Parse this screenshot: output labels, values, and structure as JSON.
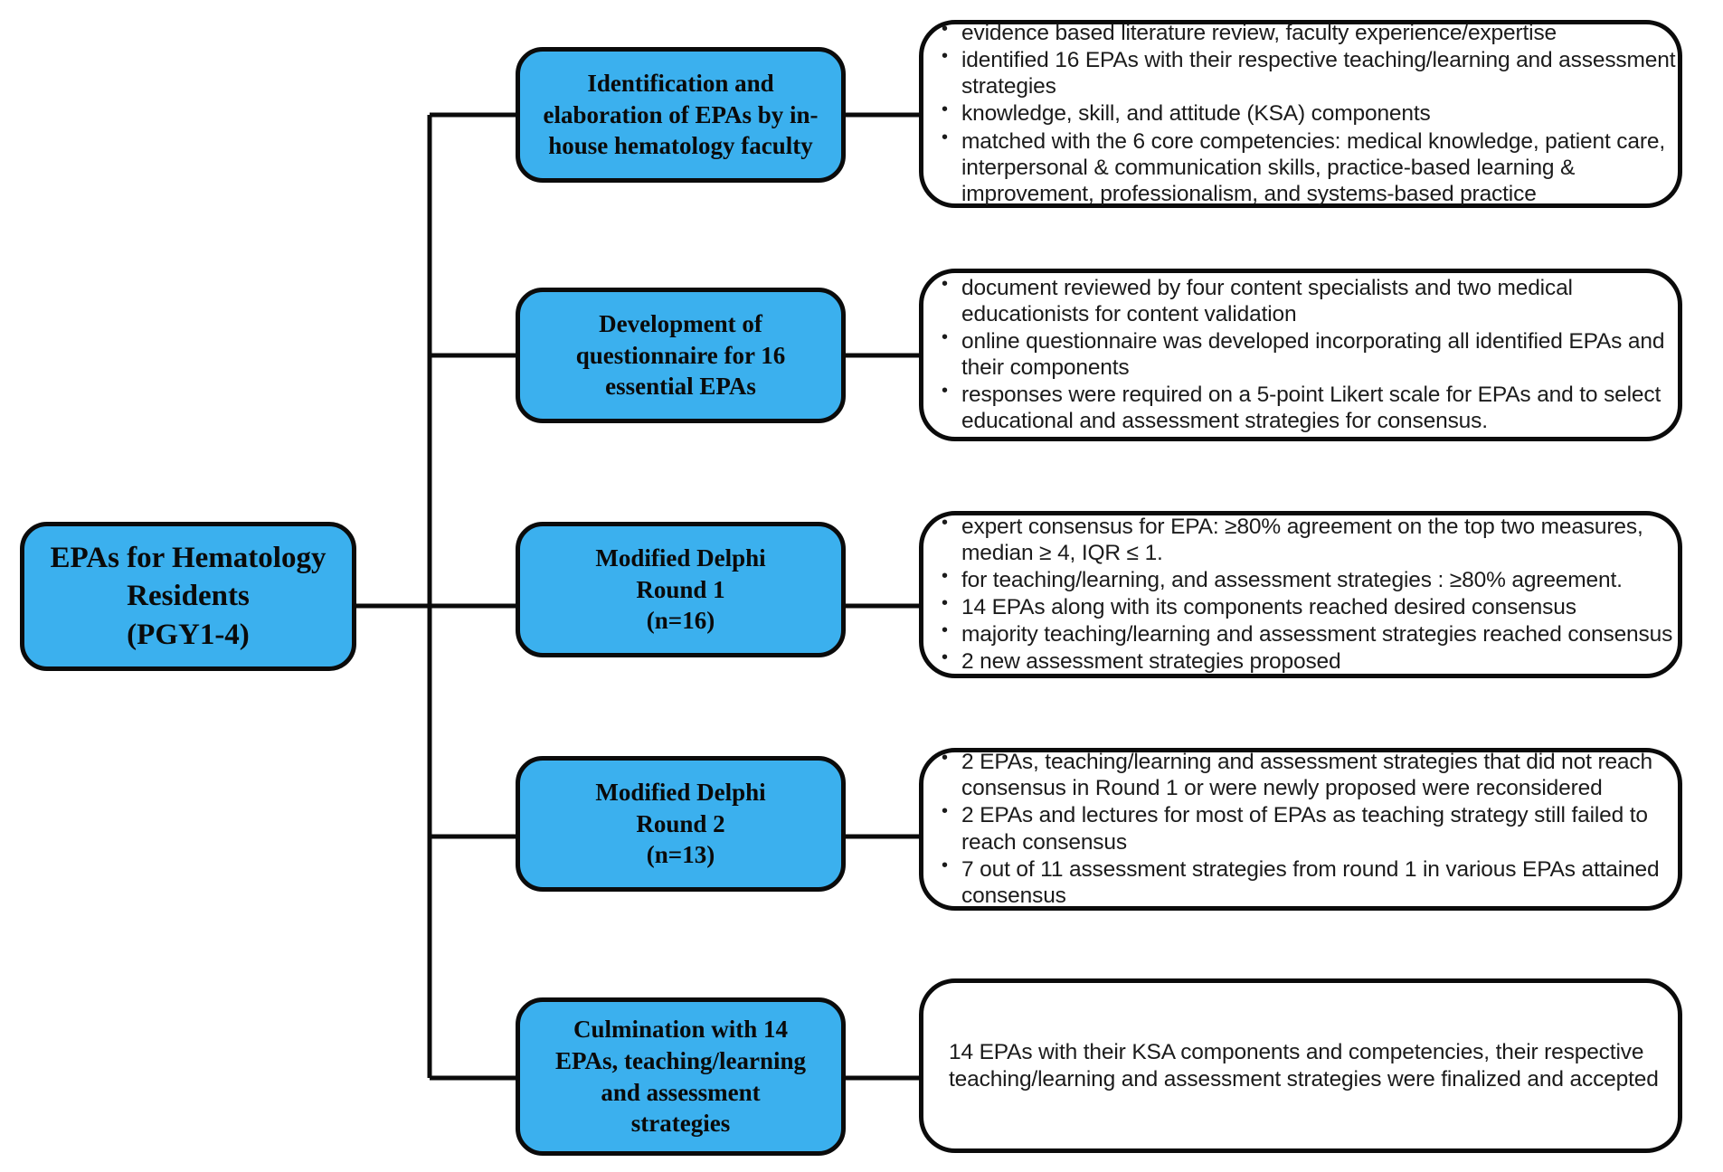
{
  "diagram": {
    "title": "EPAs for Hematology Residents Delphi process flowchart",
    "accent_blue": "#3BB0EE",
    "line_color": "#0b0b0b",
    "background": "#ffffff",
    "root": {
      "label": "EPAs for Hematology\nResidents\n(PGY1-4)"
    },
    "stages": [
      {
        "label": "Identification and\nelaboration of EPAs by in-\nhouse hematology faculty",
        "detail_type": "bullets",
        "bullets": [
          "evidence based literature review, faculty experience/expertise",
          "identified 16 EPAs with their respective teaching/learning and assessment strategies",
          "knowledge, skill, and attitude (KSA) components",
          "matched with the 6 core competencies: medical knowledge, patient care, interpersonal & communication skills, practice-based learning & improvement, professionalism, and systems-based practice"
        ]
      },
      {
        "label": "Development of\nquestionnaire for 16\nessential EPAs",
        "detail_type": "bullets",
        "bullets": [
          "document reviewed by four content specialists and two medical educationists for content validation",
          "online questionnaire was developed  incorporating all identified EPAs and their components",
          "responses were required on a 5-point Likert scale for EPAs and to select educational and assessment strategies for consensus."
        ]
      },
      {
        "label": "Modified Delphi\nRound 1\n(n=16)",
        "detail_type": "bullets",
        "bullets": [
          "expert consensus for EPA:  ≥80% agreement on the top two measures, median ≥ 4, IQR ≤ 1.",
          "for teaching/learning, and assessment strategies : ≥80% agreement.",
          "14 EPAs along with its components reached desired consensus",
          "majority teaching/learning and assessment strategies reached consensus",
          "2 new assessment strategies proposed"
        ]
      },
      {
        "label": "Modified Delphi\nRound 2\n(n=13)",
        "detail_type": "bullets",
        "bullets": [
          "2 EPAs, teaching/learning and assessment strategies that did not reach consensus in Round 1 or were newly proposed were reconsidered",
          "2 EPAs and lectures for most of EPAs as teaching strategy still failed to reach consensus",
          "7 out of 11 assessment strategies from round 1 in various EPAs attained consensus"
        ]
      },
      {
        "label": "Culmination with 14\nEPAs, teaching/learning\nand assessment\nstrategies",
        "detail_type": "paragraph",
        "paragraph": "14 EPAs with their KSA components and competencies, their respective teaching/learning and assessment strategies were finalized and accepted"
      }
    ]
  }
}
